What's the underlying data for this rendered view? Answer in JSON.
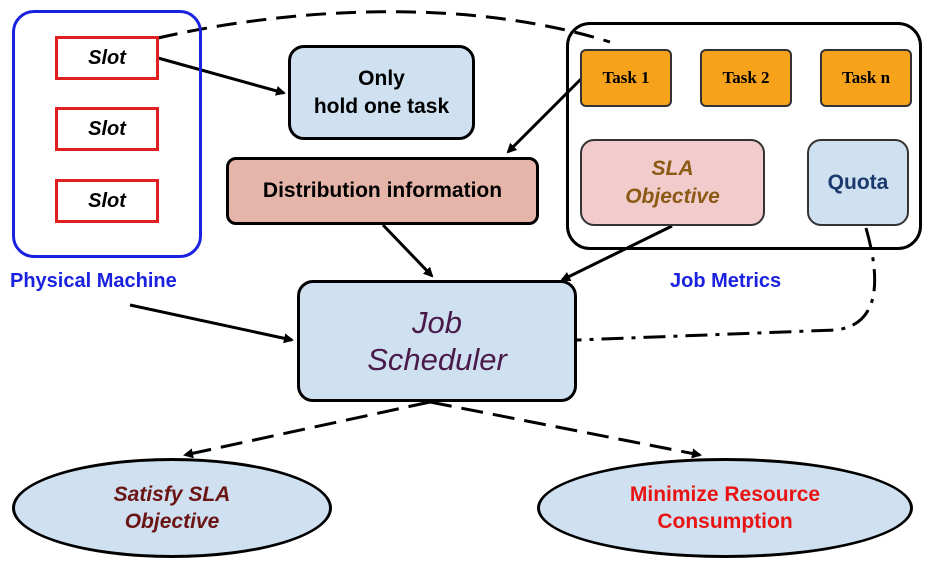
{
  "physical_machine": {
    "label": "Physical Machine",
    "slots": [
      "Slot",
      "Slot",
      "Slot"
    ]
  },
  "only_hold": {
    "line1": "Only",
    "line2": "hold one task"
  },
  "distribution": {
    "label": "Distribution information"
  },
  "job_metrics": {
    "label": "Job Metrics",
    "tasks": [
      "Task 1",
      "Task 2",
      "Task n"
    ],
    "sla": {
      "line1": "SLA",
      "line2": "Objective"
    },
    "quota": "Quota"
  },
  "scheduler": {
    "line1": "Job",
    "line2": "Scheduler"
  },
  "goals": {
    "satisfy": {
      "line1": "Satisfy SLA",
      "line2": "Objective"
    },
    "minimize": {
      "line1": "Minimize Resource",
      "line2": "Consumption"
    }
  },
  "colors": {
    "machine_border": "#1a22e0",
    "slot_border": "#e02020",
    "task_fill": "#f7a21b",
    "light_blue_fill": "#cfe0f0",
    "distribution_fill": "#e6b5aa",
    "sla_fill": "#f2cccc",
    "sla_text": "#8b5a14",
    "scheduler_text": "#4a1a4a",
    "satisfy_text": "#6b1414",
    "minimize_text": "#e81414",
    "quota_text": "#1a3a6e"
  }
}
